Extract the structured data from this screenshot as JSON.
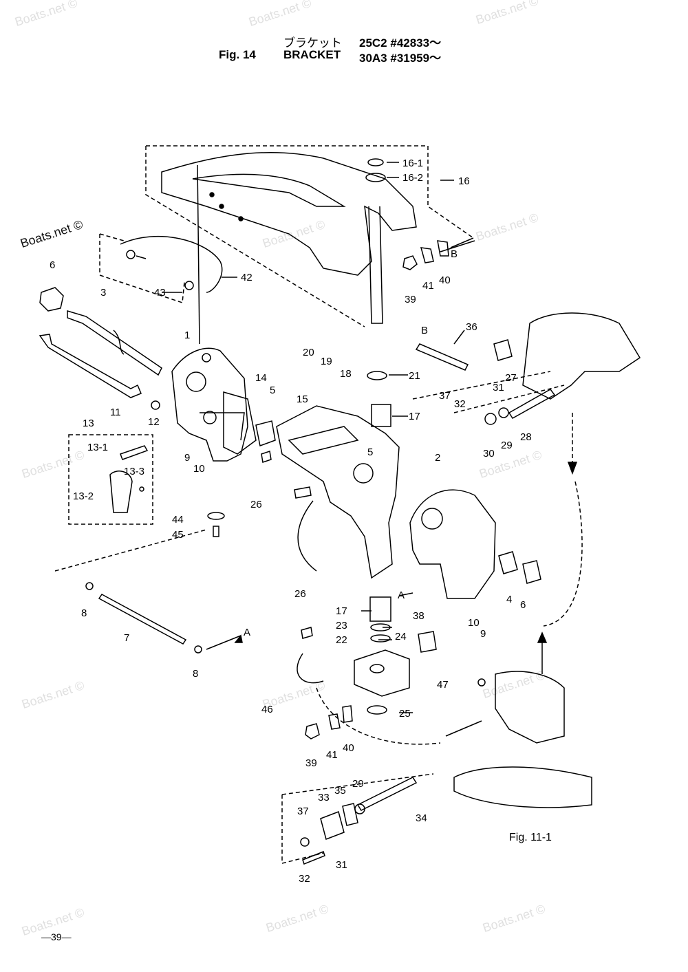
{
  "header": {
    "jp_title": "ブラケット",
    "fig": "Fig. 14",
    "title": "BRACKET",
    "serial1": "25C2 #42833〜",
    "serial2": "30A3 #31959〜"
  },
  "watermark": "Boats.net ©",
  "page_number": "—39—",
  "fig_ref": "Fig. 11-1",
  "callouts": {
    "c1": "1",
    "c2": "2",
    "c3": "3",
    "c4": "4",
    "c5a": "5",
    "c5b": "5",
    "c6a": "6",
    "c6b": "6",
    "c7": "7",
    "c8a": "8",
    "c8b": "8",
    "c9a": "9",
    "c9b": "9",
    "c10a": "10",
    "c10b": "10",
    "c11": "11",
    "c12": "12",
    "c13": "13",
    "c13_1": "13-1",
    "c13_2": "13-2",
    "c13_3": "13-3",
    "c14": "14",
    "c15": "15",
    "c16": "16",
    "c16_1": "16-1",
    "c16_2": "16-2",
    "c17a": "17",
    "c17b": "17",
    "c18": "18",
    "c19": "19",
    "c20": "20",
    "c21": "21",
    "c22": "22",
    "c23": "23",
    "c24": "24",
    "c25": "25",
    "c26a": "26",
    "c26b": "26",
    "c27": "27",
    "c28": "28",
    "c29a": "29",
    "c29b": "29",
    "c30": "30",
    "c31a": "31",
    "c31b": "31",
    "c32a": "32",
    "c32b": "32",
    "c33": "33",
    "c34": "34",
    "c35": "35",
    "c36": "36",
    "c37a": "37",
    "c37b": "37",
    "c38": "38",
    "c39a": "39",
    "c39b": "39",
    "c40a": "40",
    "c40b": "40",
    "c41a": "41",
    "c41b": "41",
    "c42": "42",
    "c43": "43",
    "c44": "44",
    "c45": "45",
    "c46": "46",
    "c47": "47",
    "refA1": "A",
    "refA2": "A",
    "refB1": "B",
    "refB2": "B"
  }
}
